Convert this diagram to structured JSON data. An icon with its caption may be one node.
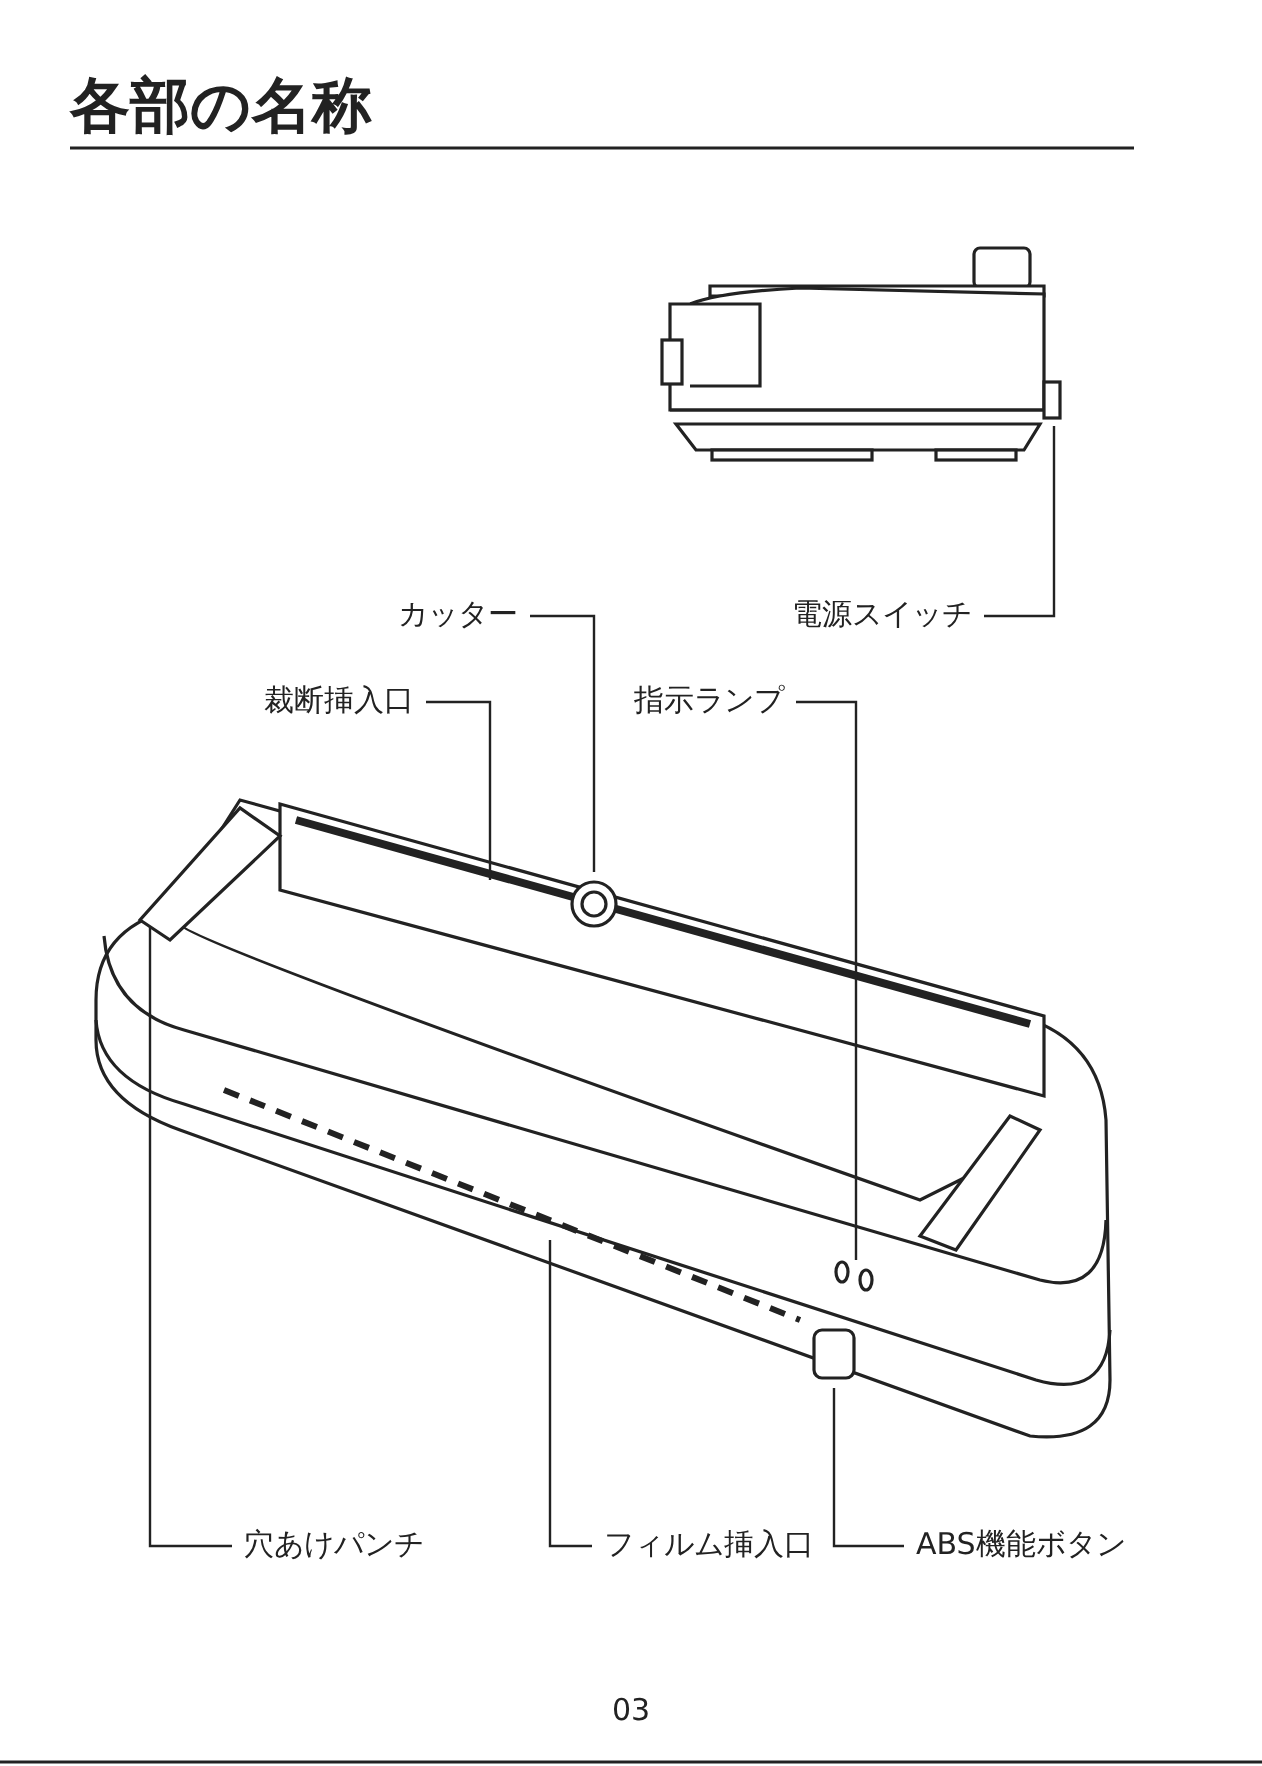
{
  "diagram": {
    "title": "各部の名称",
    "nodes": [
      {
        "text": [
          "カッター"
        ]
      },
      {
        "text": [
          "電源スイッチ"
        ]
      },
      {
        "text": [
          "裁断挿入口"
        ]
      },
      {
        "text": [
          "指示ランプ"
        ]
      },
      {
        "text": [
          "穴あけパンチ"
        ]
      },
      {
        "text": [
          "フィルム挿入口"
        ]
      },
      {
        "text": [
          "ABS機能ボタン"
        ]
      }
    ],
    "edges": [
      {
        "from": 0,
        "to": null,
        "arrow": "none"
      },
      {
        "from": 1,
        "to": null,
        "arrow": "none"
      },
      {
        "from": 2,
        "to": null,
        "arrow": "none"
      },
      {
        "from": 3,
        "to": null,
        "arrow": "none"
      },
      {
        "from": 4,
        "to": null,
        "arrow": "none"
      },
      {
        "from": 5,
        "to": null,
        "arrow": "none"
      },
      {
        "from": 6,
        "to": null,
        "arrow": "none"
      }
    ],
    "labels": [
      "03"
    ]
  }
}
